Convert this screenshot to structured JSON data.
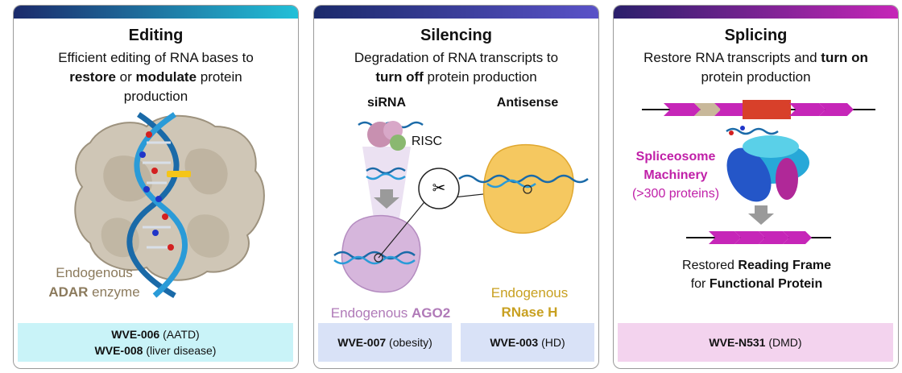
{
  "panels": {
    "editing": {
      "title": "Editing",
      "desc_1": "Efficient editing of RNA bases to",
      "desc_2a": "restore",
      "desc_2b": " or ",
      "desc_2c": "modulate",
      "desc_2d": " protein",
      "desc_3": "production",
      "enzyme_line1": "Endogenous",
      "enzyme_bold": "ADAR",
      "enzyme_rest": " enzyme",
      "program_1_code": "WVE-006",
      "program_1_ind": " (AATD)",
      "program_2_code": "WVE-008",
      "program_2_ind": " (liver disease)"
    },
    "silencing": {
      "title": "Silencing",
      "desc_1": "Degradation of RNA transcripts to",
      "desc_2a": "turn off",
      "desc_2b": " protein production",
      "sirna_label": "siRNA",
      "antisense_label": "Antisense",
      "risc_label": "RISC",
      "ago2_prefix": "Endogenous ",
      "ago2_bold": "AGO2",
      "rnaseh_line1": "Endogenous",
      "rnaseh_bold": "RNase H",
      "program_1_code": "WVE-007",
      "program_1_ind": " (obesity)",
      "program_2_code": "WVE-003",
      "program_2_ind": " (HD)"
    },
    "splicing": {
      "title": "Splicing",
      "desc_1a": "Restore RNA transcripts and ",
      "desc_1b": "turn on",
      "desc_2": "protein production",
      "machinery_1": "Spliceosome",
      "machinery_2": "Machinery",
      "machinery_3": "(>300 proteins)",
      "restored_a": "Restored ",
      "restored_b": "Reading Frame",
      "restored_c": "for ",
      "restored_d": "Functional Protein",
      "program_1_code": "WVE-N531",
      "program_1_ind": " (DMD)"
    }
  },
  "colors": {
    "editing_bar_start": "#1b2a6b",
    "editing_bar_end": "#22c0d8",
    "silencing_bar_start": "#1b2a6b",
    "silencing_bar_end": "#5a52c8",
    "splicing_bar_start": "#2a1f6b",
    "splicing_bar_end": "#c626b8",
    "editing_box": "#c9f3f8",
    "silencing_box": "#d9e2f7",
    "splicing_box": "#f3d3ee",
    "adar_text": "#8b7a5c",
    "ago2_text": "#b07ab8",
    "rnaseh_text": "#c8a020",
    "spliceosome_text": "#c020a8"
  }
}
